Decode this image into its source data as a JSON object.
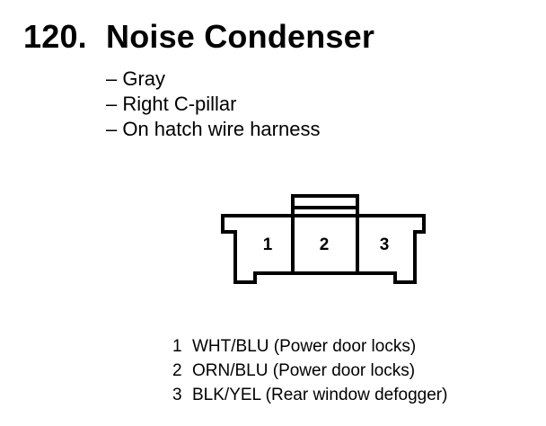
{
  "title": {
    "number": "120.",
    "name": "Noise Condenser"
  },
  "properties": [
    "– Gray",
    "– Right C-pillar",
    "– On hatch wire harness"
  ],
  "connector": {
    "cavities": [
      "1",
      "2",
      "3"
    ]
  },
  "pinout": [
    {
      "pin": "1",
      "description": "WHT/BLU (Power door locks)"
    },
    {
      "pin": "2",
      "description": "ORN/BLU (Power door locks)"
    },
    {
      "pin": "3",
      "description": "BLK/YEL (Rear window defogger)"
    }
  ]
}
